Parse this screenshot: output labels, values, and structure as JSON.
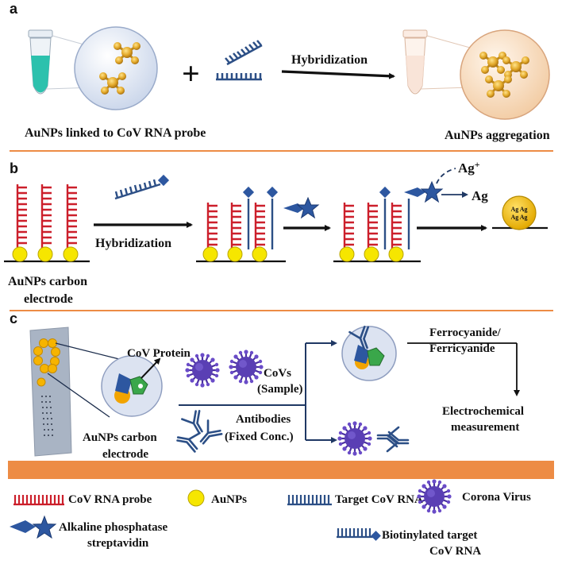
{
  "colors": {
    "separator": "#ed8c45",
    "legend_band": "#ed8c45",
    "probe_red": "#cc1f2b",
    "aunp_yellow": "#f6e600",
    "target_blue": "#2c4f86",
    "virus_purple": "#5a3fb4",
    "circle_fill": "#d9e1f0"
  },
  "panel_a": {
    "letter": "a",
    "left_caption": "AuNPs linked to CoV RNA probe",
    "plus": "+",
    "arrow_label": "Hybridization",
    "right_caption": "AuNPs aggregation"
  },
  "panel_b": {
    "letter": "b",
    "arrow_label": "Hybridization",
    "ag_ion": "Ag",
    "ag_ion_charge": "+",
    "ag_metal": "Ag",
    "ag_particle_text": [
      "Ag Ag",
      "Ag Ag"
    ],
    "electrode_caption": [
      "AuNPs carbon",
      "electrode"
    ]
  },
  "panel_c": {
    "letter": "c",
    "cov_protein": "CoV Protein",
    "electrode_caption": [
      "AuNPs carbon",
      "electrode"
    ],
    "covs_label": [
      "CoVs",
      "(Sample)"
    ],
    "antibodies_label": [
      "Antibodies",
      "(Fixed Conc.)"
    ],
    "reagent_label": [
      "Ferrocyanide/",
      "Ferricyanide"
    ],
    "measurement_label": [
      "Electrochemical",
      "measurement"
    ]
  },
  "legend": {
    "probe": "CoV RNA probe",
    "aunps": "AuNPs",
    "target": "Target CoV RNA",
    "virus": "Corona Virus",
    "enzyme": [
      "Alkaline phosphatase",
      "streptavidin"
    ],
    "biotinylated": [
      "Biotinylated target",
      "CoV RNA"
    ]
  }
}
